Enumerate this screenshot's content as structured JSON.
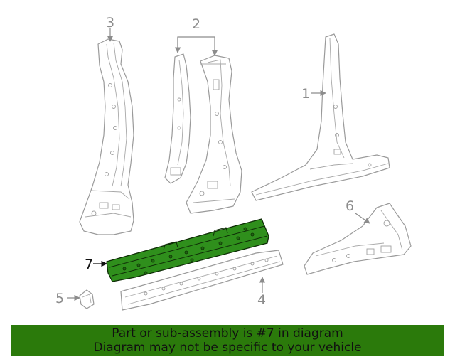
{
  "callouts": {
    "c1": "1",
    "c2": "2",
    "c3": "3",
    "c4": "4",
    "c5": "5",
    "c6": "6",
    "c7": "7"
  },
  "highlighted_part": "7",
  "colors": {
    "highlight": "#2f8f1c",
    "banner": "#2b7a0b",
    "line_art": "#9a9a9a"
  },
  "banner": {
    "line1": "Part or sub-assembly is #7 in diagram",
    "line2": "Diagram may not be specific to your vehicle"
  }
}
